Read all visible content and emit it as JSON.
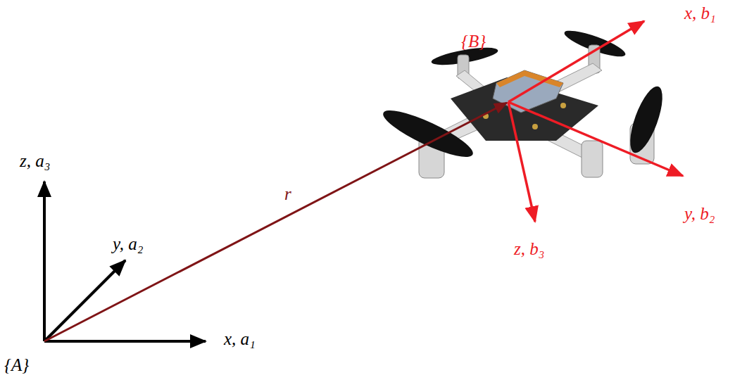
{
  "diagram": {
    "labels": [
      "z, a₃",
      "y, a₂",
      "x, a₁",
      "{A}",
      "r",
      "{B}",
      "x, b₁",
      "y, b₂",
      "z, b₃"
    ]
  }
}
